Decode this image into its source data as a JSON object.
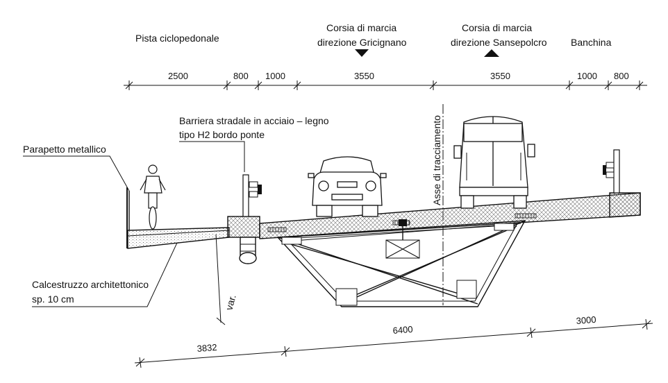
{
  "labels": {
    "cycle_path": "Pista ciclopedonale",
    "lane_left_1": "Corsia di marcia",
    "lane_left_2": "direzione Gricignano",
    "lane_right_1": "Corsia di marcia",
    "lane_right_2": "direzione Sansepolcro",
    "shoulder": "Banchina",
    "barrier_1": "Barriera stradale in acciaio – legno",
    "barrier_2": "tipo H2 bordo ponte",
    "parapet": "Parapetto metallico",
    "concrete_1": "Calcestruzzo architettonico",
    "concrete_2": "sp. 10 cm",
    "axis": "Asse di tracciamento",
    "var": "var."
  },
  "top_dimensions": [
    "2500",
    "800",
    "1000",
    "3550",
    "3550",
    "1000",
    "800"
  ],
  "bottom_dimensions": [
    "3832",
    "6400",
    "3000"
  ],
  "colors": {
    "ink": "#111111",
    "hatch": "#777777",
    "paper": "#ffffff"
  }
}
